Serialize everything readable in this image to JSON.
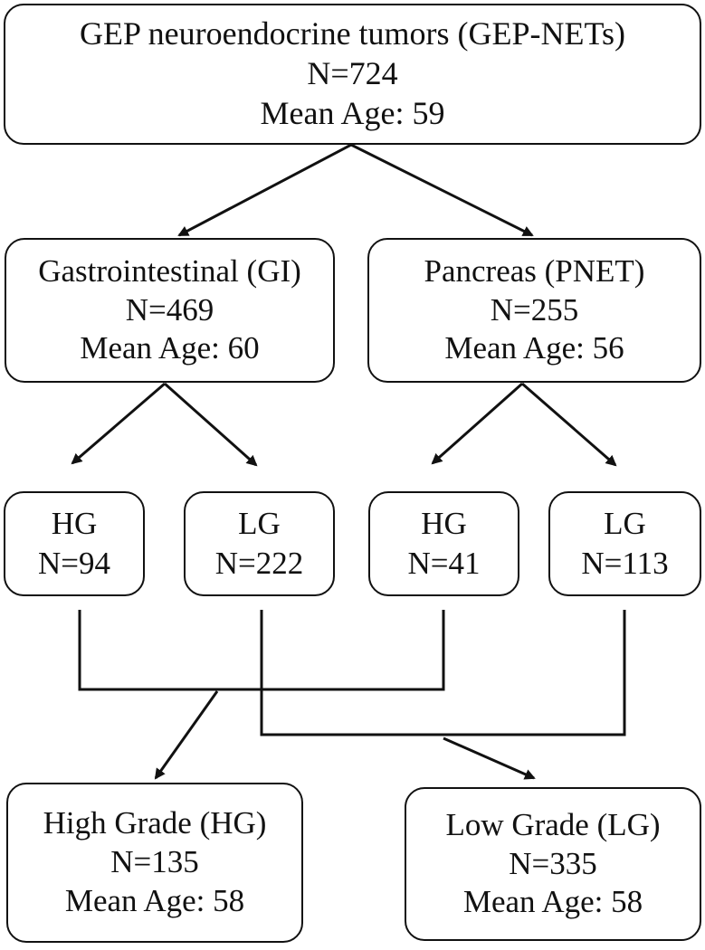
{
  "root": {
    "title": "GEP neuroendocrine tumors (GEP-NETs)",
    "n": "N=724",
    "age": "Mean Age: 59"
  },
  "gi": {
    "title": "Gastrointestinal (GI)",
    "n": "N=469",
    "age": "Mean Age: 60",
    "hg": {
      "grade": "HG",
      "n": "N=94"
    },
    "lg": {
      "grade": "LG",
      "n": "N=222"
    }
  },
  "pnet": {
    "title": "Pancreas (PNET)",
    "n": "N=255",
    "age": "Mean Age: 56",
    "hg": {
      "grade": "HG",
      "n": "N=41"
    },
    "lg": {
      "grade": "LG",
      "n": "N=113"
    }
  },
  "high_grade": {
    "title": "High Grade (HG)",
    "n": "N=135",
    "age": "Mean Age: 58"
  },
  "low_grade": {
    "title": "Low Grade (LG)",
    "n": "N=335",
    "age": "Mean Age: 58"
  },
  "colors": {
    "stroke": "#111111",
    "background": "#ffffff"
  }
}
